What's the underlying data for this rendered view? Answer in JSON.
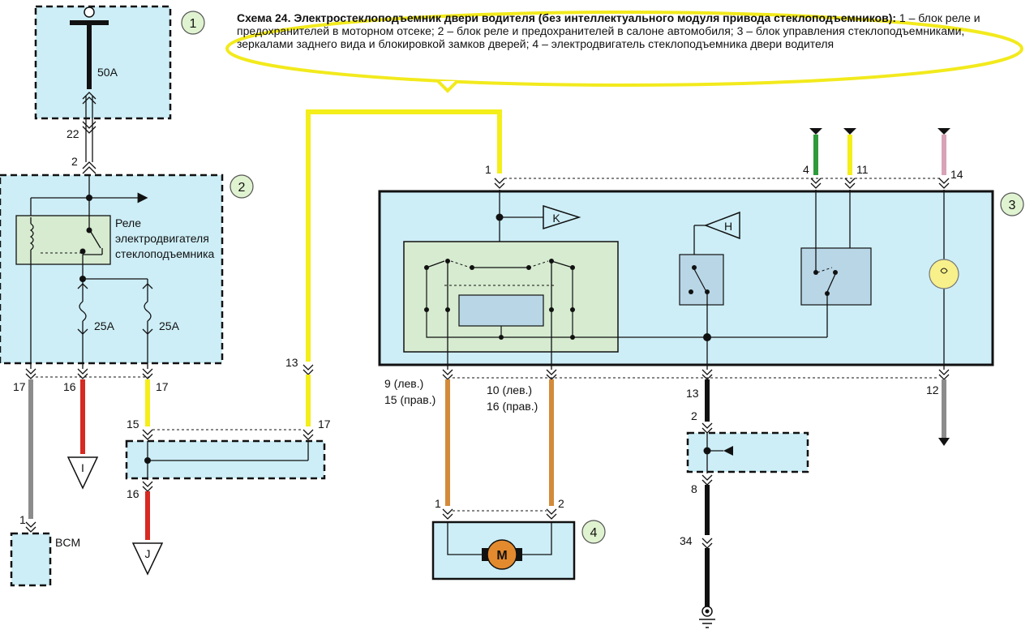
{
  "caption": {
    "title": "Схема 24. Электростеклоподъемник двери водителя (без интеллектуального модуля привода стеклоподъемников):",
    "text": " 1 – блок реле и предохранителей в моторном отсеке; 2 – блок реле и предохранителей в салоне автомобиля; 3 – блок управления стеклоподъемниками, зеркалами заднего вида и блокировкой замков дверей; 4 – электродвигатель стеклоподъемника двери водителя"
  },
  "blocks": {
    "b1": "1",
    "b2": "2",
    "b3": "3",
    "b4": "4"
  },
  "labels": {
    "fuse_50": "50A",
    "fuse_25a": "25A",
    "fuse_25b": "25A",
    "relay_1": "Реле",
    "relay_2": "электродвигателя",
    "relay_3": "стеклоподъемника",
    "bcm": "BCM",
    "k": "K",
    "h": "H",
    "motor": "M",
    "term_i": "I",
    "term_j": "J"
  },
  "pins": {
    "p22": "22",
    "p2a": "2",
    "p17a": "17",
    "p16a": "16",
    "p17b": "17",
    "p15": "15",
    "p17c": "17",
    "p16b": "16",
    "p1bcm": "1",
    "p13a": "13",
    "p1a": "1",
    "p4": "4",
    "p11": "11",
    "p14": "14",
    "p9": "9 (лев.)",
    "p15r": "15 (прав.)",
    "p10": "10 (лев.)",
    "p16r": "16 (прав.)",
    "p13b": "13",
    "p12": "12",
    "p2b": "2",
    "p8": "8",
    "p34": "34",
    "p1m": "1",
    "p2m": "2"
  },
  "colors": {
    "box_fill": "#cdeef7",
    "inner_fill": "#d6ebd0",
    "wire_yellow": "#f4ee1a",
    "wire_red": "#d62a22",
    "wire_gray": "#8c8c8c",
    "wire_orange": "#d38a3a",
    "wire_green": "#2e9a3a",
    "wire_pink": "#d9a2b8",
    "wire_black": "#111111",
    "circle_fill": "#dff3d0",
    "motor_fill": "#e38a2e"
  }
}
